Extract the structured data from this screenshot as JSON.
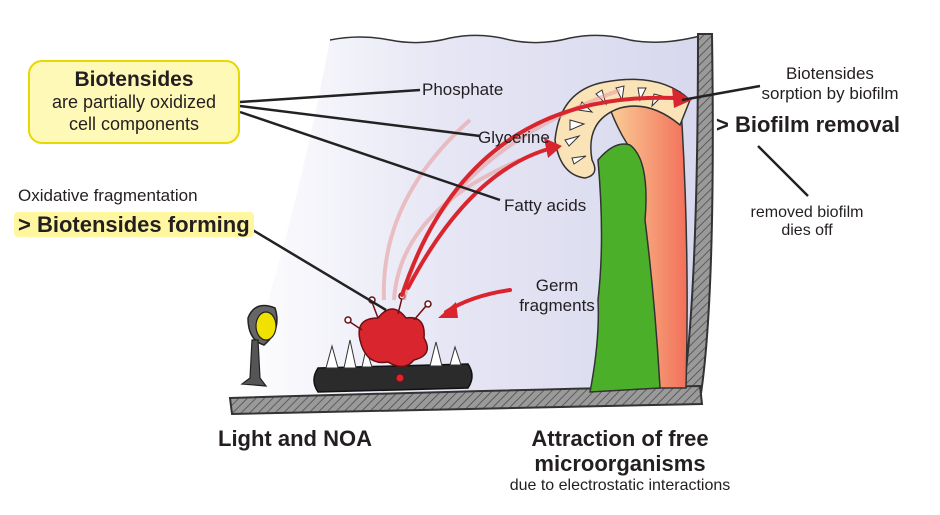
{
  "callout": {
    "title": "Biotensides",
    "line1": "are partially oxidized",
    "line2": "cell components"
  },
  "fragmentation": {
    "line1": "Oxidative fragmentation",
    "line2": "> Biotensides forming"
  },
  "components": {
    "phosphate": "Phosphate",
    "glycerine": "Glycerine",
    "fatty_acids": "Fatty acids",
    "germ_line1": "Germ",
    "germ_line2": "fragments"
  },
  "sorption": {
    "line1": "Biotensides",
    "line2": "sorption by biofilm",
    "line3": "> Biofilm removal"
  },
  "removed": {
    "line1": "removed biofilm",
    "line2": "dies off"
  },
  "bottom": {
    "light": "Light and NOA",
    "attraction_line1": "Attraction of free",
    "attraction_line2": "microorganisms",
    "attraction_line3": "due to electrostatic interactions"
  },
  "colors": {
    "arrow_red": "#d9262e",
    "biofilm_green": "#4caf2a",
    "biofilm_orange": "#f4845f",
    "callout_fill": "#fff9b8",
    "callout_border": "#e6d800",
    "water_tint": "#e9e9f6",
    "wall_gray": "#7a7a7a"
  }
}
